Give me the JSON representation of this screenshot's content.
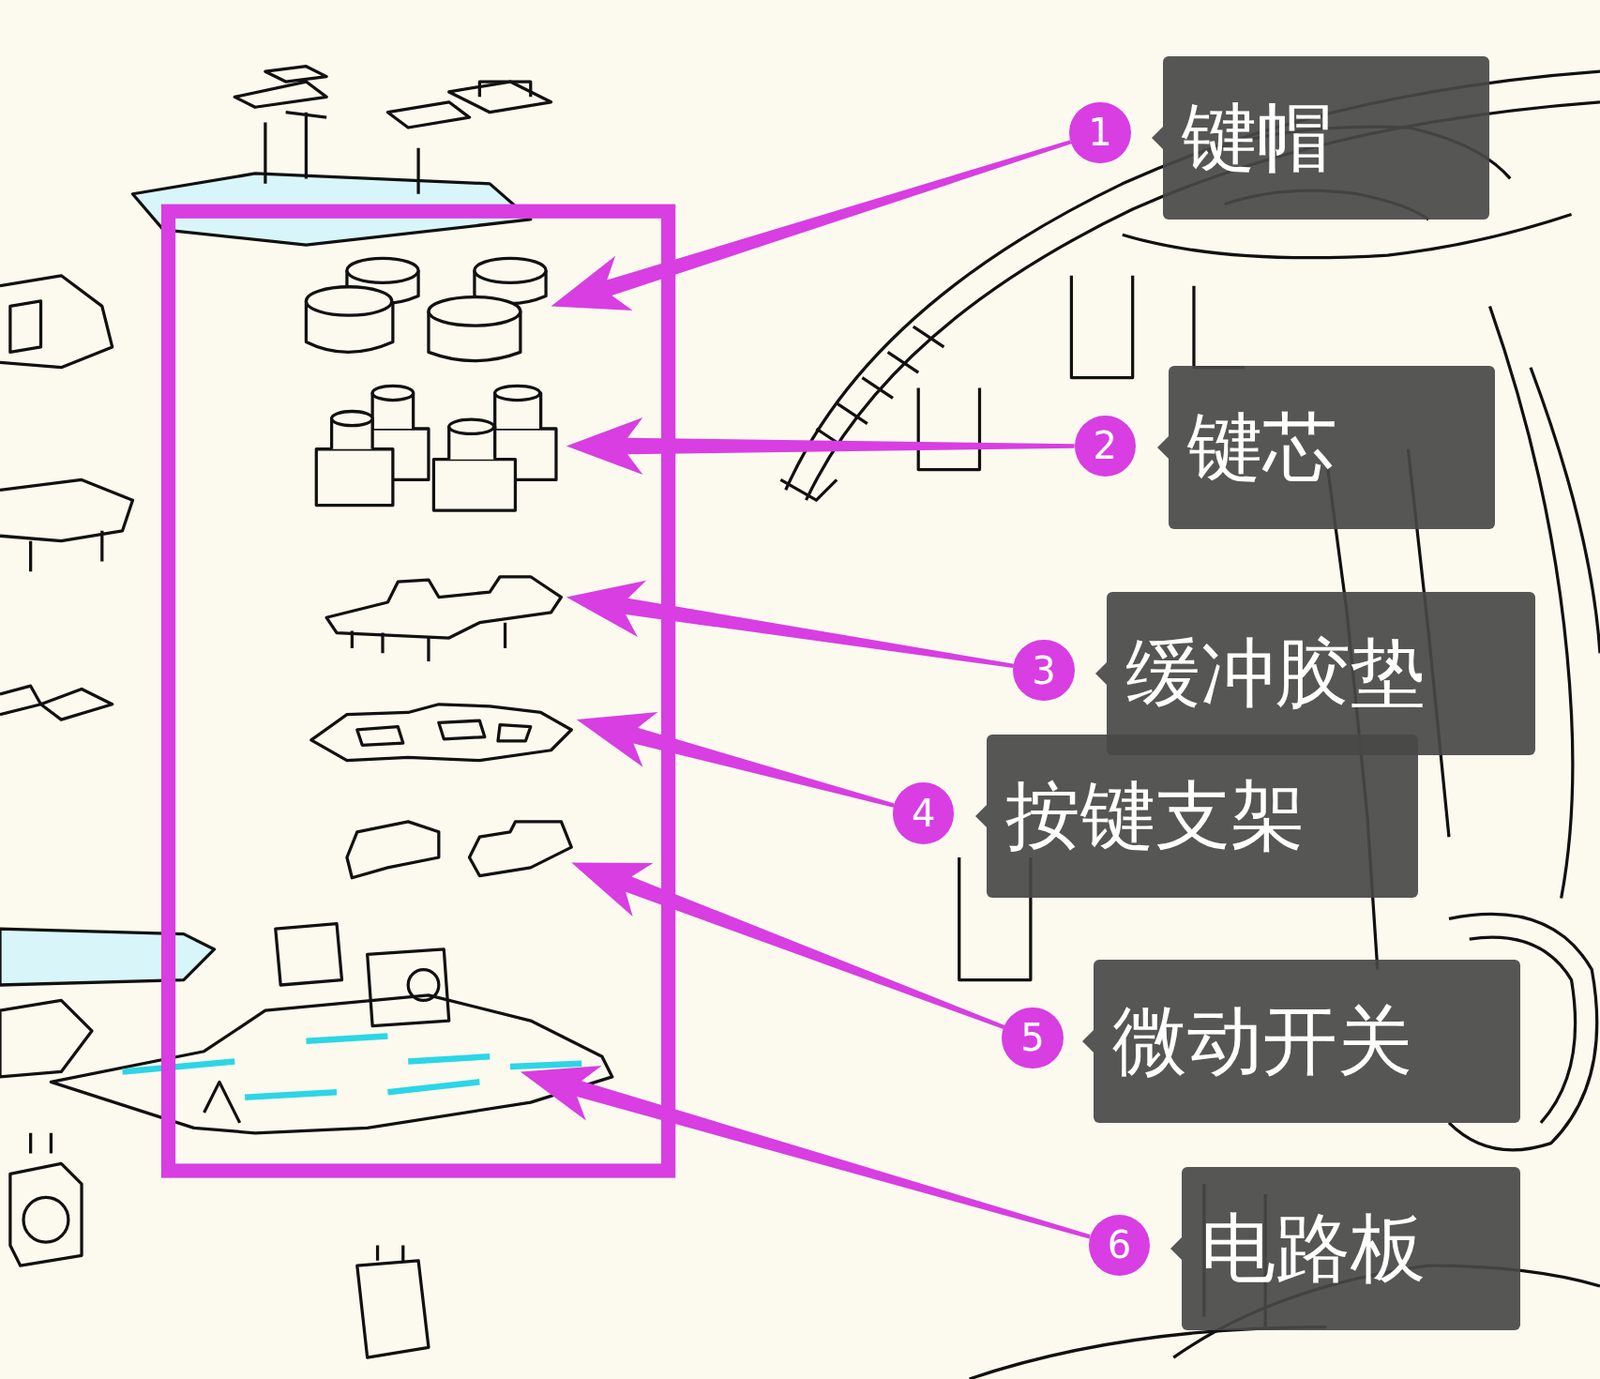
{
  "diagram": {
    "nodes": [
      {
        "text": [
          "1",
          "键帽"
        ]
      },
      {
        "text": [
          "2",
          "键芯"
        ]
      },
      {
        "text": [
          "3",
          "缓冲胶垫"
        ]
      },
      {
        "text": [
          "4",
          "按键支架"
        ]
      },
      {
        "text": [
          "5",
          "微动开关"
        ]
      },
      {
        "text": [
          "6",
          "电路板"
        ]
      }
    ]
  }
}
